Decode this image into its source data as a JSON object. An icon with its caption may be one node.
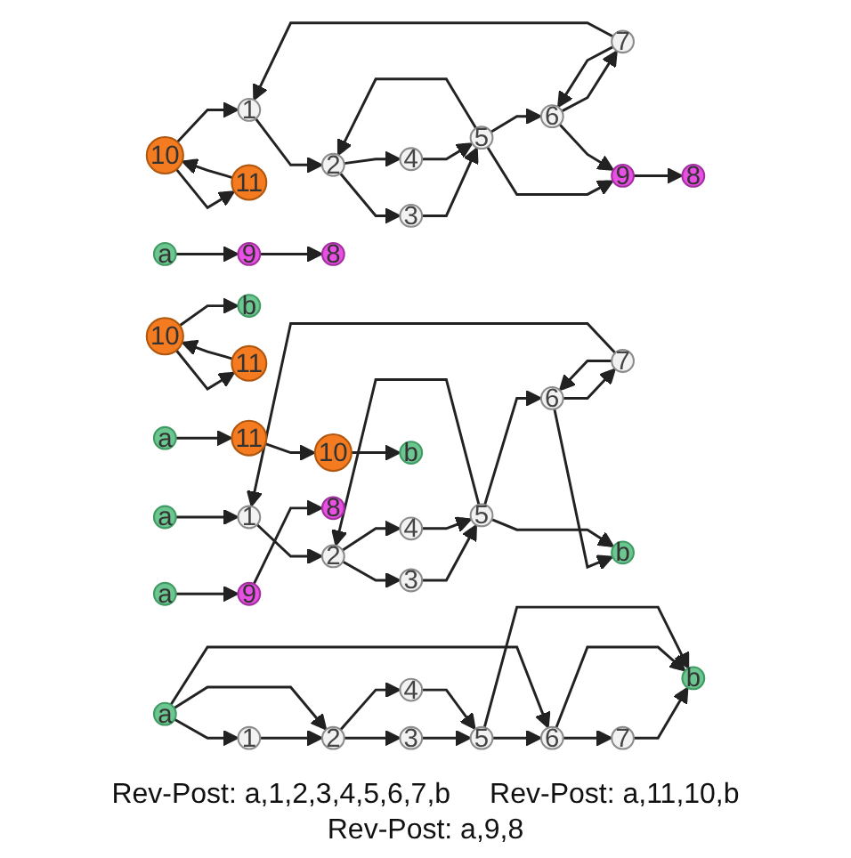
{
  "diagram": {
    "nodes": [
      {
        "text": [
          "1"
        ]
      },
      {
        "text": [
          "2"
        ]
      },
      {
        "text": [
          "3"
        ]
      },
      {
        "text": [
          "4"
        ]
      },
      {
        "text": [
          "5"
        ]
      },
      {
        "text": [
          "6"
        ]
      },
      {
        "text": [
          "7"
        ]
      },
      {
        "text": [
          "10"
        ]
      },
      {
        "text": [
          "11"
        ]
      },
      {
        "text": [
          "9"
        ]
      },
      {
        "text": [
          "8"
        ]
      },
      {
        "text": [
          "a"
        ]
      },
      {
        "text": [
          "1"
        ]
      },
      {
        "text": [
          "2"
        ]
      },
      {
        "text": [
          "3"
        ]
      },
      {
        "text": [
          "4"
        ]
      },
      {
        "text": [
          "5"
        ]
      },
      {
        "text": [
          "6"
        ]
      },
      {
        "text": [
          "7"
        ]
      },
      {
        "text": [
          "b"
        ]
      },
      {
        "text": [
          "b"
        ]
      },
      {
        "text": [
          "10"
        ]
      },
      {
        "text": [
          "11"
        ]
      },
      {
        "text": [
          "a"
        ]
      },
      {
        "text": [
          "9"
        ]
      },
      {
        "text": [
          "8"
        ]
      },
      {
        "text": [
          "a"
        ]
      },
      {
        "text": [
          "1"
        ]
      },
      {
        "text": [
          "2"
        ]
      },
      {
        "text": [
          "3"
        ]
      },
      {
        "text": [
          "4"
        ]
      },
      {
        "text": [
          "5"
        ]
      },
      {
        "text": [
          "6"
        ]
      },
      {
        "text": [
          "7"
        ]
      },
      {
        "text": [
          "b"
        ]
      },
      {
        "text": [
          "b"
        ]
      },
      {
        "text": [
          "10"
        ]
      },
      {
        "text": [
          "11"
        ]
      },
      {
        "text": [
          "a"
        ]
      },
      {
        "text": [
          "a"
        ]
      },
      {
        "text": [
          "9"
        ]
      },
      {
        "text": [
          "8"
        ]
      }
    ],
    "edges": [
      {
        "from": 0,
        "to": 1,
        "arrow": "to"
      },
      {
        "from": 1,
        "to": 2,
        "arrow": "to"
      },
      {
        "from": 1,
        "to": 3,
        "arrow": "to"
      },
      {
        "from": 2,
        "to": 4,
        "arrow": "to"
      },
      {
        "from": 3,
        "to": 4,
        "arrow": "to"
      },
      {
        "from": 4,
        "to": 5,
        "arrow": "to"
      },
      {
        "from": 5,
        "to": 6,
        "arrow": "to"
      },
      {
        "from": 6,
        "to": 5,
        "arrow": "to"
      },
      {
        "from": 6,
        "to": 0,
        "arrow": "to"
      },
      {
        "from": 4,
        "to": 1,
        "arrow": "to"
      },
      {
        "from": 4,
        "to": 9,
        "arrow": "to"
      },
      {
        "from": 5,
        "to": 9,
        "arrow": "to"
      },
      {
        "from": 7,
        "to": 0,
        "arrow": "to"
      },
      {
        "from": 7,
        "to": 8,
        "arrow": "to"
      },
      {
        "from": 8,
        "to": 7,
        "arrow": "to"
      },
      {
        "from": 9,
        "to": 10,
        "arrow": "to"
      },
      {
        "from": 11,
        "to": 12,
        "arrow": "to"
      },
      {
        "from": 12,
        "to": 13,
        "arrow": "to"
      },
      {
        "from": 13,
        "to": 14,
        "arrow": "to"
      },
      {
        "from": 13,
        "to": 15,
        "arrow": "to"
      },
      {
        "from": 14,
        "to": 16,
        "arrow": "to"
      },
      {
        "from": 15,
        "to": 16,
        "arrow": "to"
      },
      {
        "from": 16,
        "to": 17,
        "arrow": "to"
      },
      {
        "from": 17,
        "to": 18,
        "arrow": "to"
      },
      {
        "from": 18,
        "to": 17,
        "arrow": "to"
      },
      {
        "from": 18,
        "to": 12,
        "arrow": "to"
      },
      {
        "from": 16,
        "to": 13,
        "arrow": "to"
      },
      {
        "from": 17,
        "to": 19,
        "arrow": "to"
      },
      {
        "from": 16,
        "to": 19,
        "arrow": "to"
      },
      {
        "from": 21,
        "to": 20,
        "arrow": "to"
      },
      {
        "from": 21,
        "to": 22,
        "arrow": "to"
      },
      {
        "from": 22,
        "to": 21,
        "arrow": "to"
      },
      {
        "from": 23,
        "to": 24,
        "arrow": "to"
      },
      {
        "from": 24,
        "to": 25,
        "arrow": "to"
      },
      {
        "from": 26,
        "to": 27,
        "arrow": "to"
      },
      {
        "from": 27,
        "to": 28,
        "arrow": "to"
      },
      {
        "from": 28,
        "to": 29,
        "arrow": "to"
      },
      {
        "from": 28,
        "to": 30,
        "arrow": "to"
      },
      {
        "from": 29,
        "to": 31,
        "arrow": "to"
      },
      {
        "from": 30,
        "to": 31,
        "arrow": "to"
      },
      {
        "from": 31,
        "to": 32,
        "arrow": "to"
      },
      {
        "from": 32,
        "to": 33,
        "arrow": "to"
      },
      {
        "from": 33,
        "to": 34,
        "arrow": "to"
      },
      {
        "from": 26,
        "to": 32,
        "arrow": "to"
      },
      {
        "from": 26,
        "to": 28,
        "arrow": "to"
      },
      {
        "from": 32,
        "to": 34,
        "arrow": "to"
      },
      {
        "from": 31,
        "to": 34,
        "arrow": "to"
      },
      {
        "from": 38,
        "to": 37,
        "arrow": "to"
      },
      {
        "from": 37,
        "to": 36,
        "arrow": "to"
      },
      {
        "from": 36,
        "to": 35,
        "arrow": "to"
      },
      {
        "from": 39,
        "to": 40,
        "arrow": "to"
      },
      {
        "from": 40,
        "to": 41,
        "arrow": "to"
      }
    ],
    "labels": [
      "Rev-Post: a,1,2,3,4,5,6,7,b",
      "Rev-Post: a,11,10,b",
      "Rev-Post: a,9,8"
    ]
  }
}
